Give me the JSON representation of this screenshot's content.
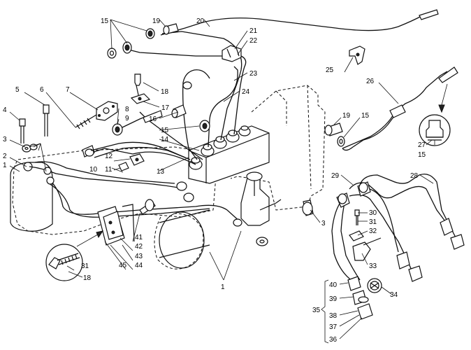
{
  "labels": {
    "l1a": "1",
    "l1b": "1",
    "l2": "2",
    "l3a": "3",
    "l3b": "3",
    "l4": "4",
    "l5": "5",
    "l6": "6",
    "l7": "7",
    "l8": "8",
    "l9": "9",
    "l10": "10",
    "l11": "11",
    "l12": "12",
    "l13": "13",
    "l14": "14",
    "l15a": "15",
    "l15b": "15",
    "l15c": "15",
    "l15d": "15",
    "l16": "16",
    "l17": "17",
    "l18a": "18",
    "l18b": "18",
    "l19a": "19",
    "l19b": "19",
    "l20": "20",
    "l21": "21",
    "l22": "22",
    "l23": "23",
    "l24": "24",
    "l25": "25",
    "l26": "26",
    "l27": "27",
    "l28": "28",
    "l29": "29",
    "l30": "30",
    "l31a": "31",
    "l31b": "31",
    "l32": "32",
    "l33": "33",
    "l34": "34",
    "l35": "35",
    "l36": "36",
    "l37": "37",
    "l38": "38",
    "l39": "39",
    "l40": "40",
    "l41": "41",
    "l42": "42",
    "l43": "43",
    "l44": "44",
    "l45": "45"
  }
}
